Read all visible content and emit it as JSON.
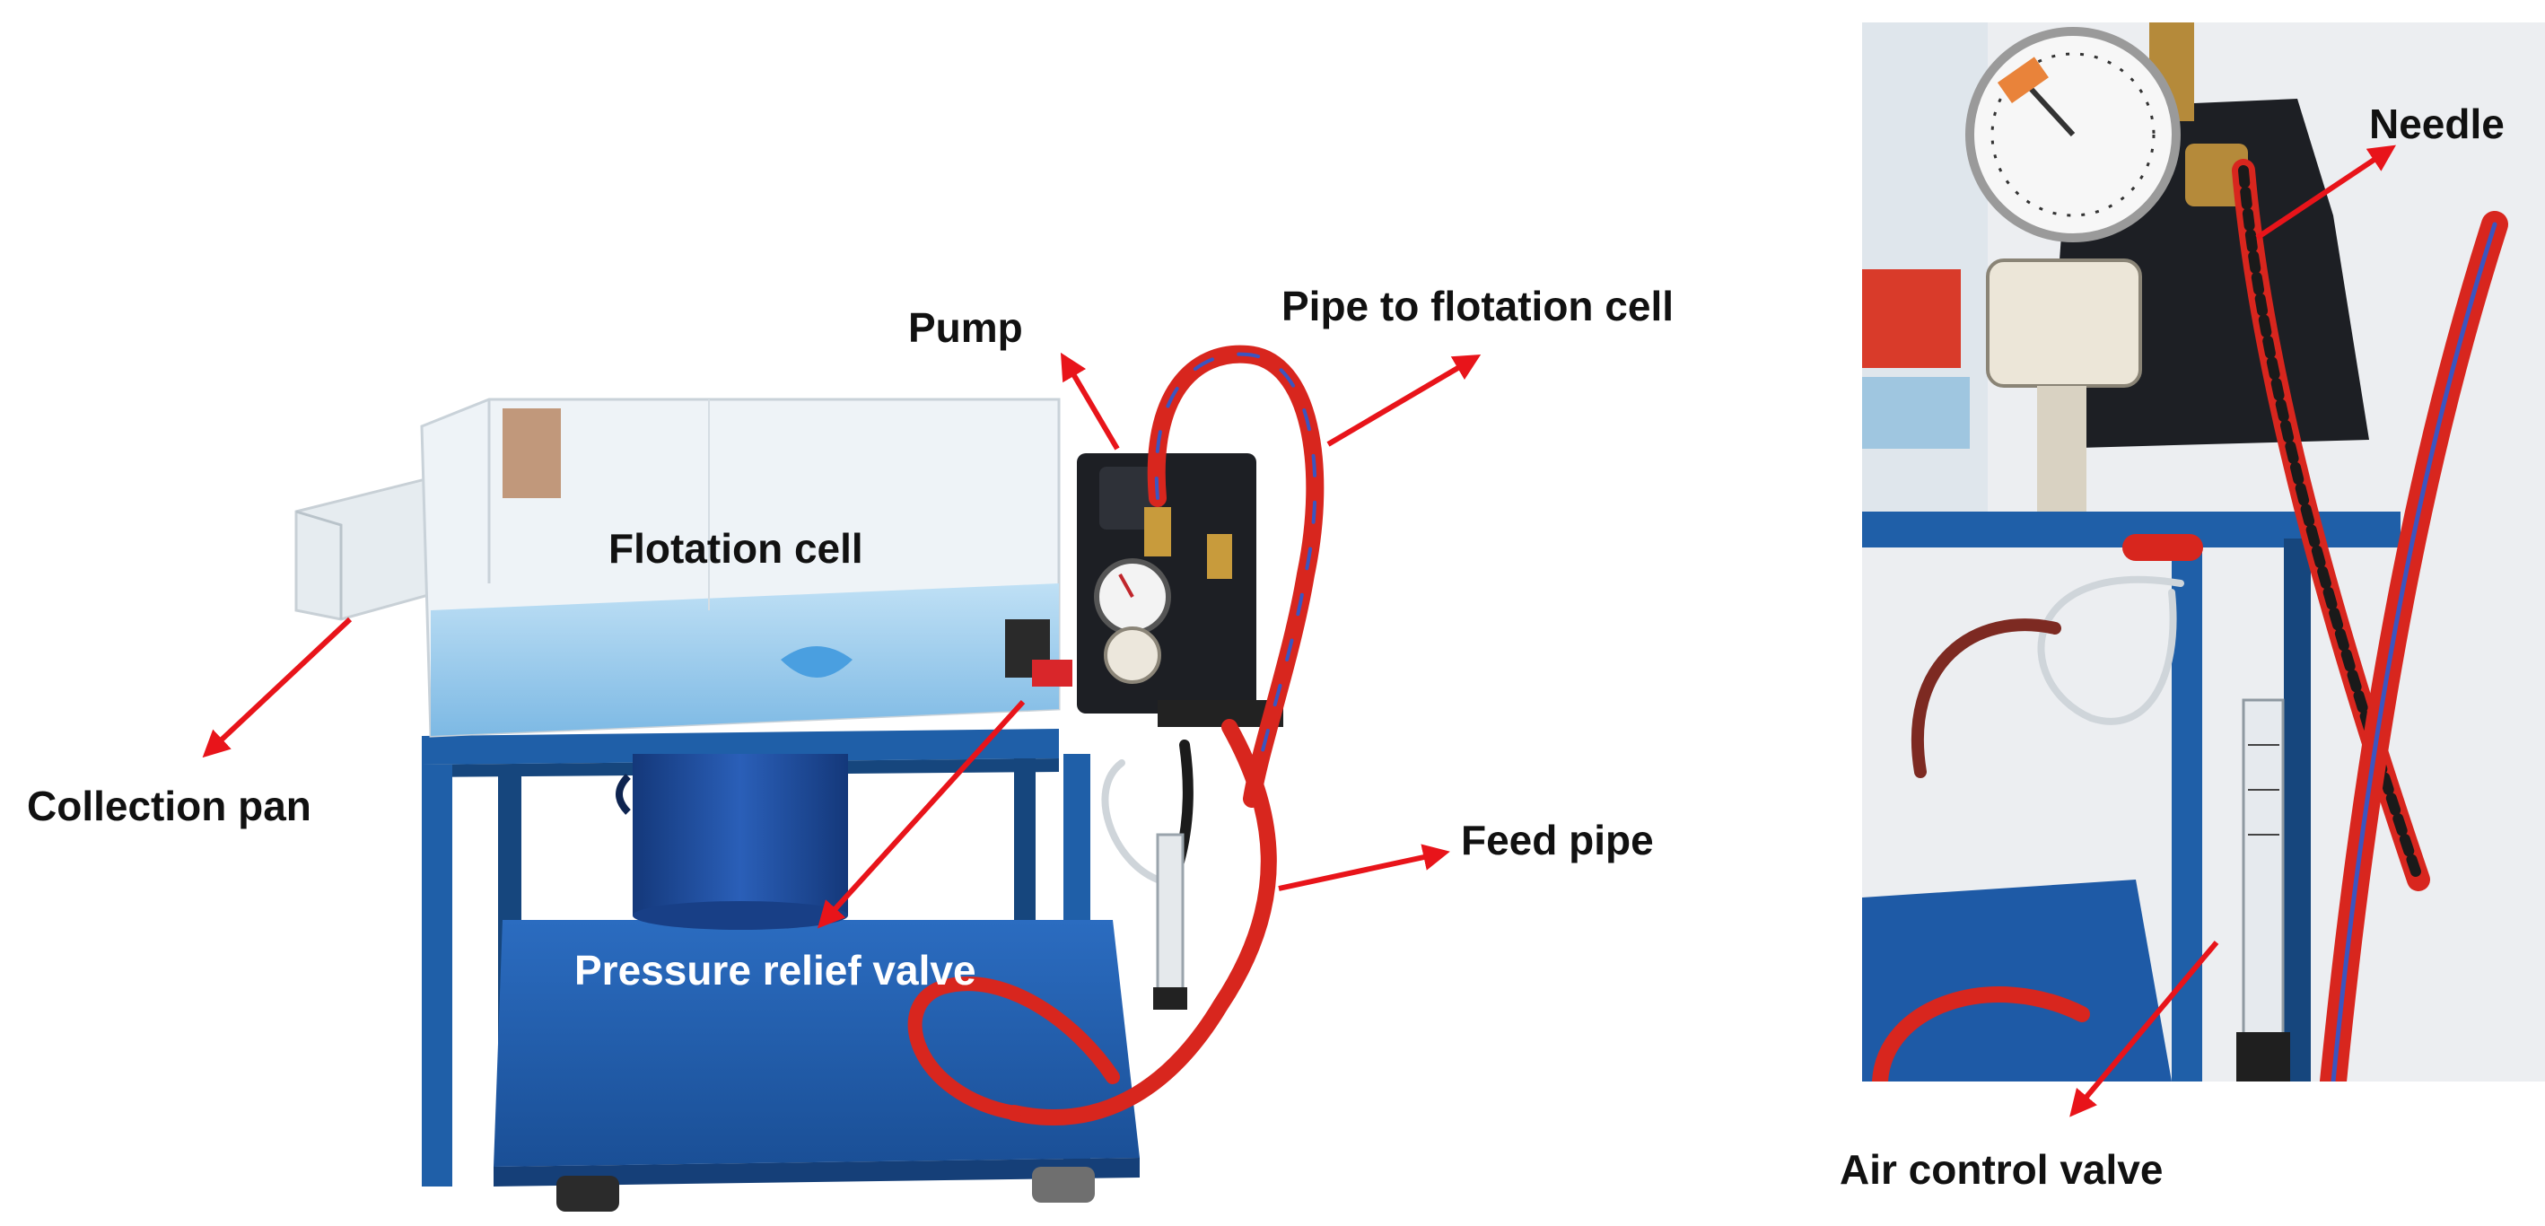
{
  "figure": {
    "left_photo": {
      "labels": {
        "pump": "Pump",
        "pipe_to_flotation_cell": "Pipe to flotation cell",
        "flotation_cell": "Flotation cell",
        "collection_pan": "Collection pan",
        "feed_pipe": "Feed pipe",
        "pressure_relief_valve": "Pressure relief valve"
      }
    },
    "right_photo": {
      "labels": {
        "needle": "Needle",
        "air_control_valve": "Air control valve"
      }
    }
  },
  "colors": {
    "arrow": "#e8141a",
    "frame": "#1f5fa8",
    "frame_dark": "#16467d",
    "hose": "#d8261e",
    "water": "#8fc6ea",
    "acrylic": "#e8eef3",
    "pump_body": "#1d1f24",
    "tank": "#1d4c9c",
    "wall": "#e9ebee"
  }
}
